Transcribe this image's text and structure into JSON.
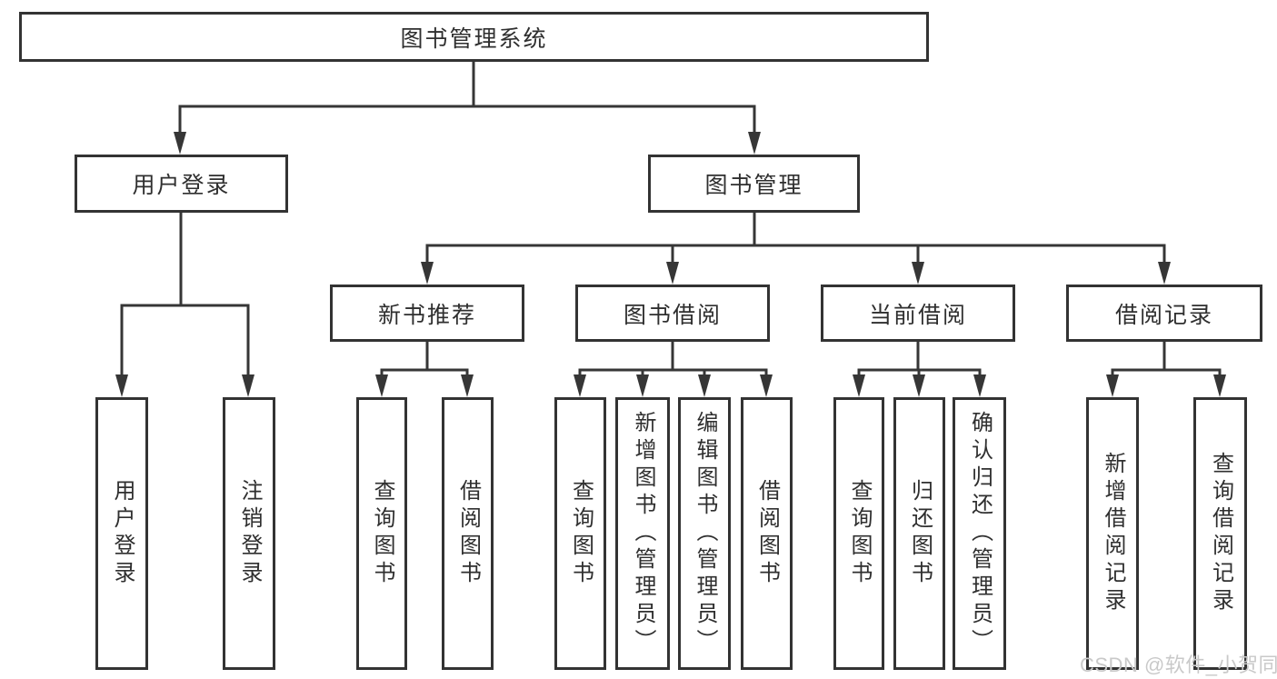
{
  "page": {
    "background": "#ffffff"
  },
  "colors": {
    "line": "#363636",
    "border": "#333333",
    "text": "#2f2f2f",
    "node_background": "#ffffff",
    "watermark": "#c9c9c9"
  },
  "watermark": {
    "text": "CSDN @软件_小贺同学"
  },
  "nodes": {
    "root": {
      "label": "图书管理系统"
    },
    "login": {
      "label": "用户登录"
    },
    "management": {
      "label": "图书管理"
    },
    "recommend": {
      "label": "新书推荐"
    },
    "borrow": {
      "label": "图书借阅"
    },
    "current": {
      "label": "当前借阅"
    },
    "records": {
      "label": "借阅记录"
    },
    "login_user_login": {
      "label": "用户登录"
    },
    "login_logout": {
      "label": "注销登录"
    },
    "recommend_query": {
      "label": "查询图书"
    },
    "recommend_borrow": {
      "label": "借阅图书"
    },
    "borrow_query": {
      "label": "查询图书"
    },
    "borrow_add": {
      "label": "新增图书（管理员）"
    },
    "borrow_edit": {
      "label": "编辑图书（管理员）"
    },
    "borrow_borrow": {
      "label": "借阅图书"
    },
    "current_query": {
      "label": "查询图书"
    },
    "current_return": {
      "label": "归还图书"
    },
    "current_confirm": {
      "label": "确认归还（管理员）"
    },
    "records_add": {
      "label": "新增借阅记录"
    },
    "records_query": {
      "label": "查询借阅记录"
    }
  }
}
